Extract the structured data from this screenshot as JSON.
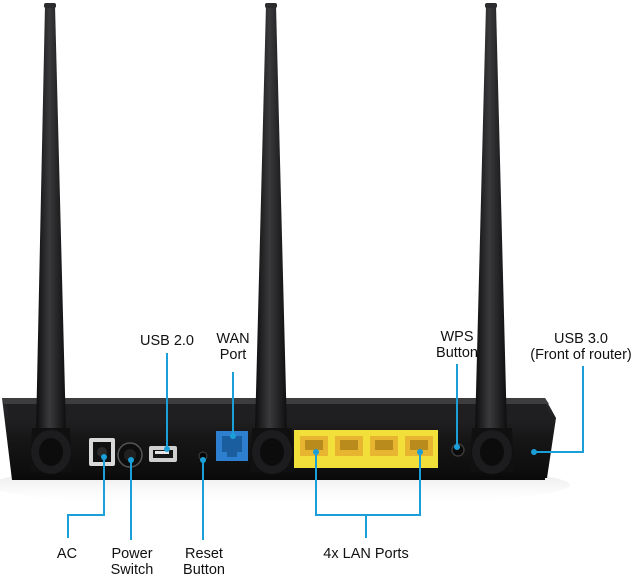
{
  "colors": {
    "callout": "#1a9fd8",
    "router_body": "#1b1b1d",
    "wan_port": "#2f7fd0",
    "lan_port": "#e8b530",
    "lan_panel": "#f3df3a"
  },
  "labels": {
    "usb2": "USB 2.0",
    "wan": {
      "line1": "WAN",
      "line2": "Port"
    },
    "wps": {
      "line1": "WPS",
      "line2": "Button"
    },
    "usb3": {
      "line1": "USB 3.0",
      "line2": "(Front of router)"
    },
    "ac": "AC",
    "power": {
      "line1": "Power",
      "line2": "Switch"
    },
    "reset": {
      "line1": "Reset",
      "line2": "Button"
    },
    "lan": "4x LAN Ports"
  }
}
